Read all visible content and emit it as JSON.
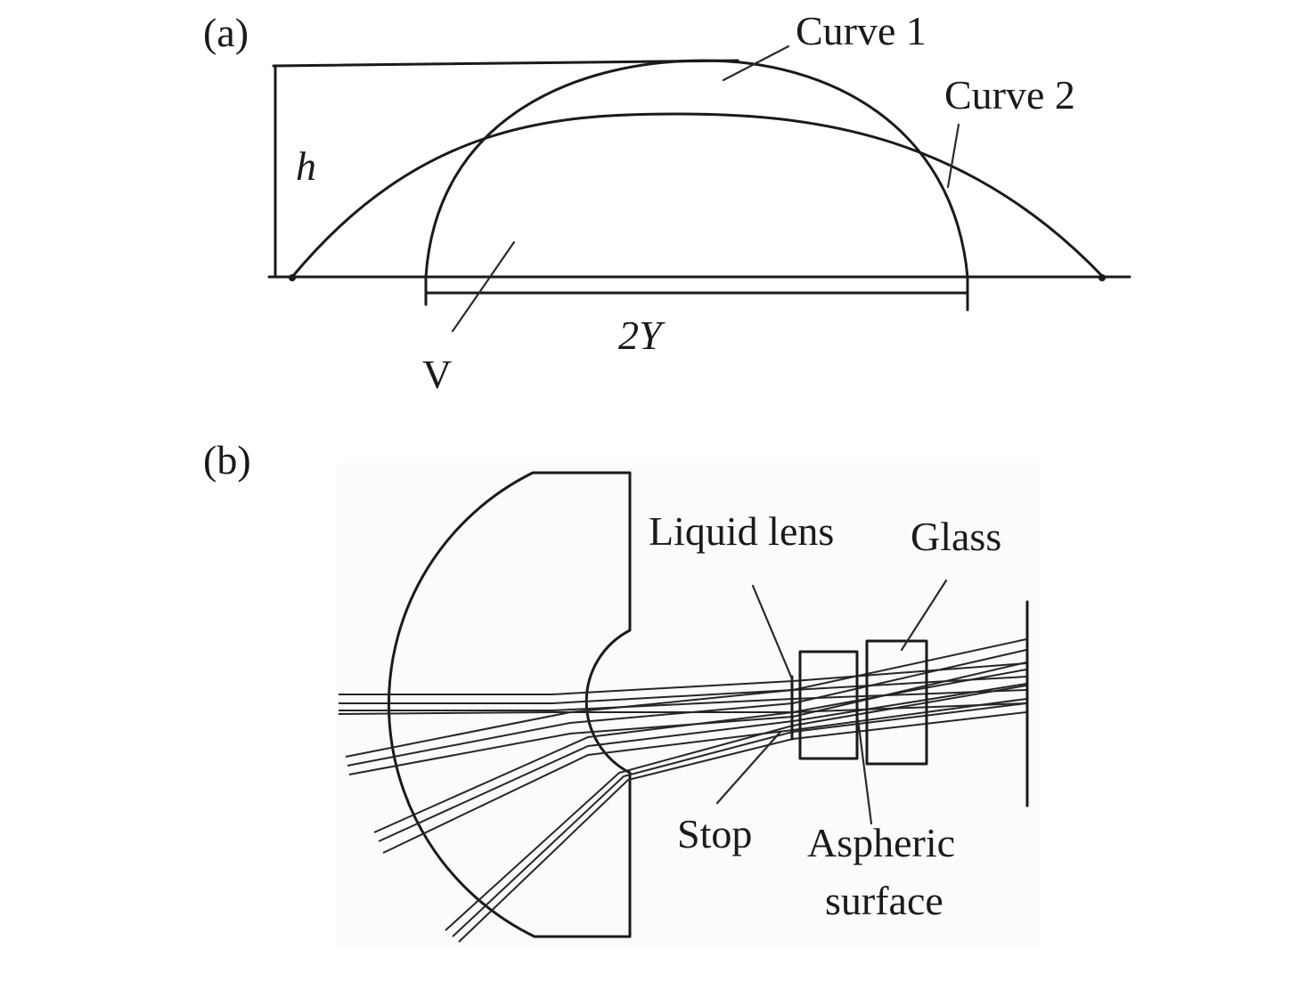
{
  "panel_a": {
    "label": "(a)",
    "curve1": "Curve 1",
    "curve2": "Curve 2",
    "height": "h",
    "width": "2Y",
    "vertex": "V"
  },
  "panel_b": {
    "label": "(b)",
    "liquid_lens": "Liquid lens",
    "glass": "Glass",
    "stop": "Stop",
    "aspheric_line1": "Aspheric",
    "aspheric_line2": "surface"
  }
}
